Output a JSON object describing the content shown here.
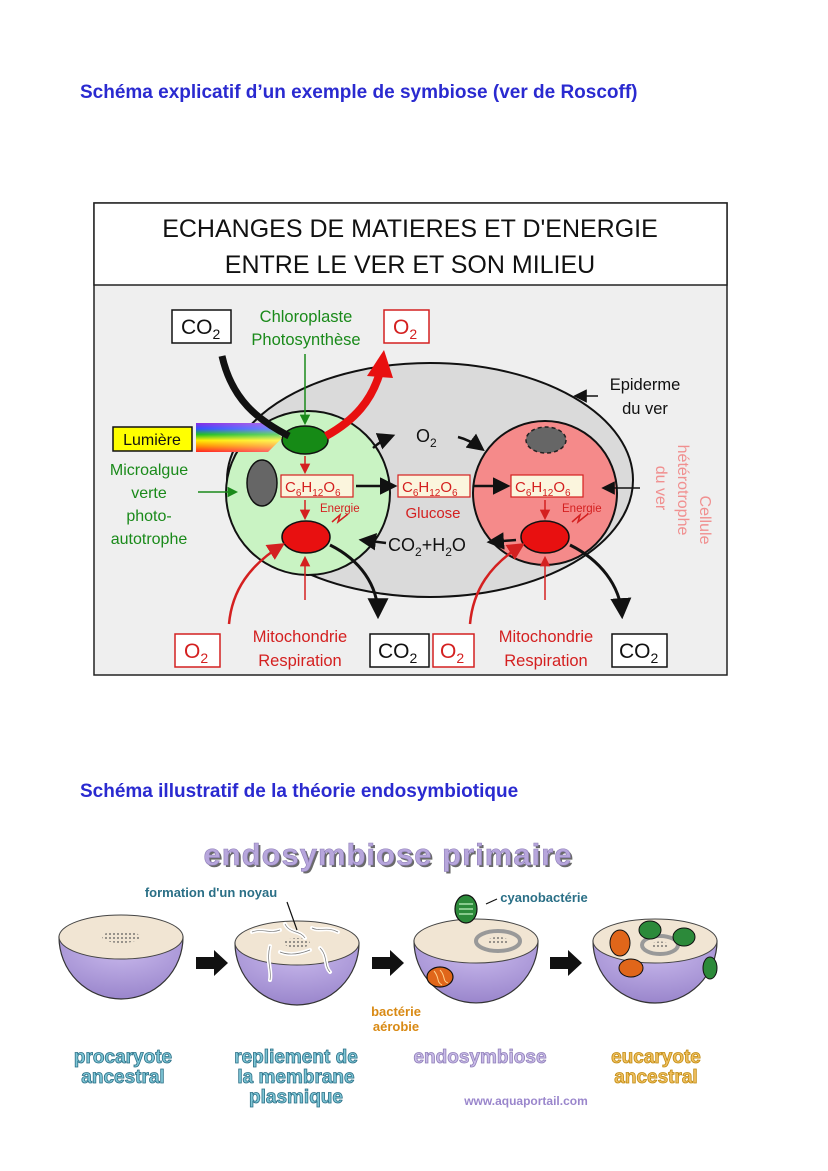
{
  "section1": {
    "heading": "Schéma explicatif d’un exemple de symbiose (ver de Roscoff)",
    "box_title_line1": "ECHANGES DE MATIERES ET D'ENERGIE",
    "box_title_line2": "ENTRE LE VER ET SON MILIEU",
    "co2": "CO",
    "o2": "O",
    "sub2": "2",
    "chloroplaste": "Chloroplaste",
    "photosynthese": "Photosynthèse",
    "epiderme_line1": "Epiderme",
    "epiderme_line2": "du ver",
    "lumiere": "Lumière",
    "microalgue": [
      "Microalgue",
      "verte",
      "photo-",
      "autotrophe"
    ],
    "glucose_formula": {
      "c": "C",
      "c_sub": "6",
      "h": "H",
      "h_sub": "12",
      "o": "O",
      "o_sub": "6"
    },
    "energie": "Energie",
    "glucose": "Glucose",
    "co2_h2o": {
      "co": "CO",
      "sub": "2",
      "plus_h": "+H",
      "sub2": "2",
      "o": "O"
    },
    "cellule_line1": "Cellule",
    "cellule_line2": "hétérotrophe",
    "cellule_line3": "du ver",
    "mitochondrie": "Mitochondrie",
    "respiration": "Respiration"
  },
  "section2": {
    "heading": "Schéma illustratif de la théorie endosymbiotique",
    "title": "endosymbiose primaire",
    "formation_noyau": "formation d'un noyau",
    "cyanobacterie": "cyanobactérie",
    "bacterie_line1": "bactérie",
    "bacterie_line2": "aérobie",
    "stage1": [
      "procaryote",
      "ancestral"
    ],
    "stage2": [
      "repliement de",
      "la membrane",
      "plasmique"
    ],
    "stage3": [
      "endosymbiose"
    ],
    "stage4": [
      "eucaryote",
      "ancestral"
    ],
    "website": "www.aquaportail.com"
  },
  "colors": {
    "heading_blue": "#2a2ad0",
    "green": "#1a8a1a",
    "red": "#d42020",
    "purple": "#b7a6dc",
    "teal": "#2a6f86",
    "orange": "#d98a14"
  }
}
